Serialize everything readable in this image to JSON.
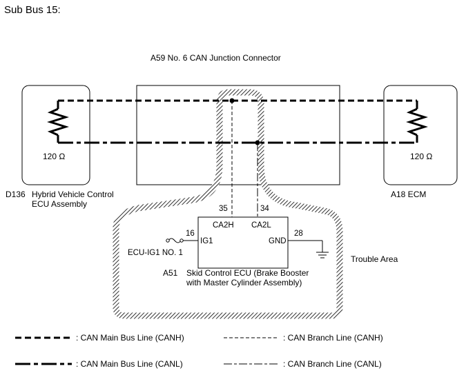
{
  "title": "Sub Bus 15:",
  "junction_connector": {
    "label": "A59   No. 6 CAN Junction Connector"
  },
  "left_ecu": {
    "code": "D136",
    "name_line1": "Hybrid Vehicle Control",
    "name_line2": "ECU Assembly",
    "resistor": "120 Ω"
  },
  "right_ecu": {
    "label": "A18  ECM",
    "resistor": "120 Ω"
  },
  "skid_ecu": {
    "code": "A51",
    "name_line1": "Skid Control ECU (Brake Booster",
    "name_line2": "with Master Cylinder Assembly)",
    "pins": [
      {
        "number": "35",
        "name": "CA2H"
      },
      {
        "number": "34",
        "name": "CA2L"
      },
      {
        "number": "16",
        "name": "IG1"
      },
      {
        "number": "28",
        "name": "GND"
      }
    ],
    "fuse": "ECU-IG1 NO. 1"
  },
  "trouble_area": "Trouble Area",
  "legend": [
    {
      "style": "main-canh",
      "label": ": CAN Main Bus Line (CANH)"
    },
    {
      "style": "branch-canh",
      "label": ": CAN Branch Line (CANH)"
    },
    {
      "style": "main-canl",
      "label": ": CAN Main Bus Line (CANL)"
    },
    {
      "style": "branch-canl",
      "label": ": CAN Branch Line (CANL)"
    }
  ],
  "colors": {
    "line": "#000000",
    "background": "#ffffff",
    "hatch": "#000000"
  }
}
